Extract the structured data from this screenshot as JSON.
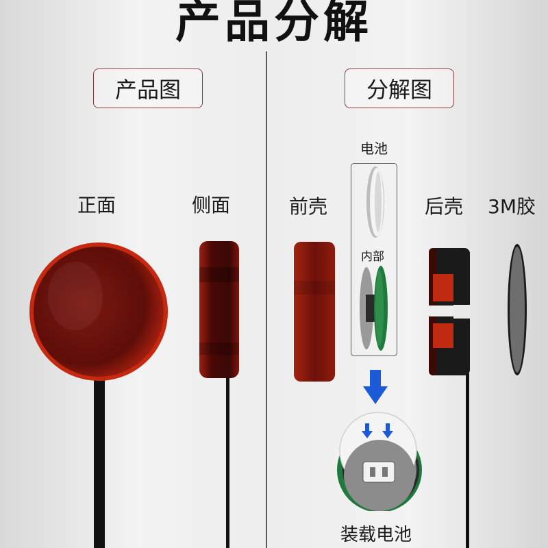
{
  "title": "产品分解",
  "left_panel": {
    "tag": "产品图",
    "front_label": "正面",
    "side_label": "侧面"
  },
  "right_panel": {
    "tag": "分解图",
    "front_shell_label": "前壳",
    "battery_label": "电池",
    "internal_label": "内部",
    "back_shell_label": "后壳",
    "adhesive_label": "3M胶",
    "install_label": "装载电池"
  },
  "colors": {
    "shell_red": "#8e1408",
    "arrow_blue": "#1d5ad8",
    "pcb_green": "#1e7a3c",
    "divider": "#5a5a5a"
  },
  "icons": [
    "arrow-down-icon"
  ]
}
